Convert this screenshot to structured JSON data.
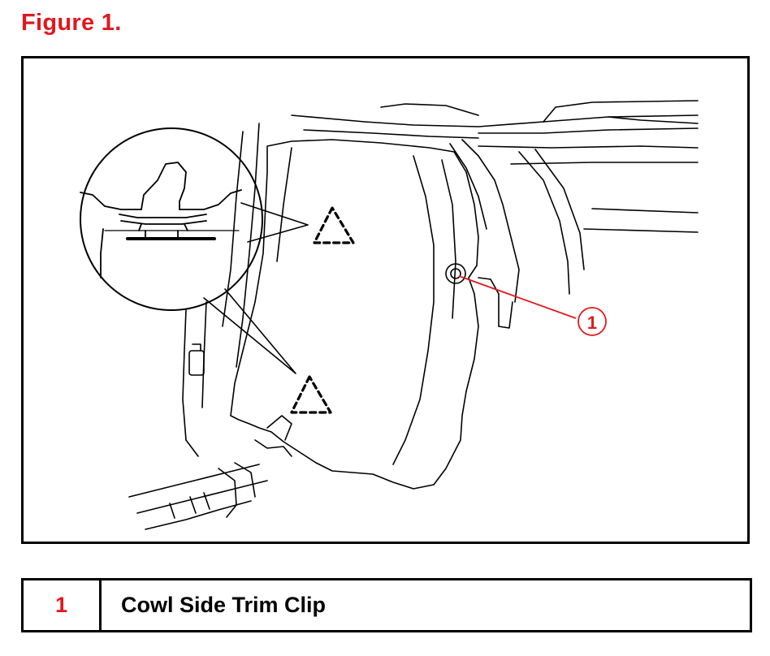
{
  "figure": {
    "title": "Figure 1.",
    "callout_number": "1"
  },
  "legend": {
    "rows": [
      {
        "number": "1",
        "description": "Cowl Side Trim Clip"
      }
    ]
  },
  "colors": {
    "accent_red": "#e0191e",
    "line": "#000000"
  }
}
